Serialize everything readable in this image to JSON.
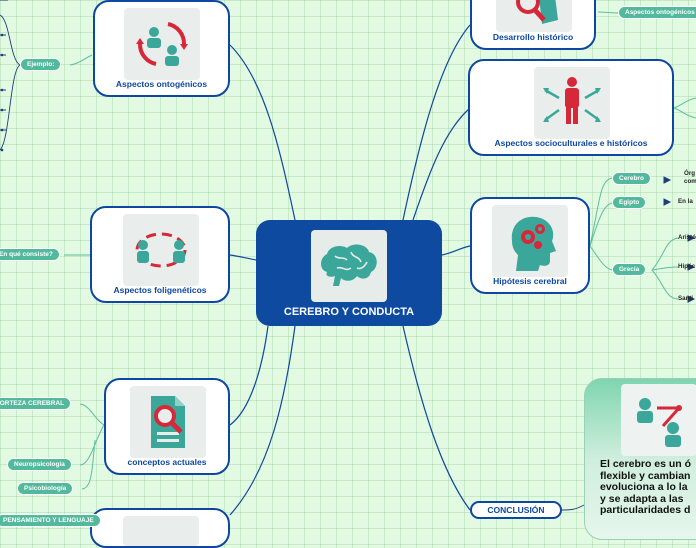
{
  "central": {
    "title": "CEREBRO Y CONDUCTA",
    "icon": "brain-icon"
  },
  "branches": {
    "ontogenic": {
      "title": "Aspectos ontogénicos",
      "icon": "people-cycle-icon"
    },
    "phylogenic": {
      "title": "Aspectos foligenéticos",
      "icon": "people-link-icon"
    },
    "concepts": {
      "title": "conceptos actuales",
      "icon": "document-search-icon"
    },
    "historical": {
      "title": "Desarrollo histórico",
      "icon": "search-hand-icon"
    },
    "sociocultural": {
      "title": "Aspectos socioculturales e históricos",
      "icon": "person-arrows-icon"
    },
    "hypothesis": {
      "title": "Hipótesis cerebral",
      "icon": "head-gears-icon"
    },
    "conclusion": {
      "title": "CONCLUSIÓN",
      "icon": "people-network-icon"
    }
  },
  "pills": {
    "ejemplo": "Ejemplo:",
    "en_que_consiste": "En qué consiste?",
    "corteza": "CORTEZA CEREBRAL",
    "neuropsicologia": "Neuropsicología",
    "psicobiologia": "Psicobiología",
    "aspectos_ontogenicos": "Aspectos ontogénicos",
    "cerebro": "Cerebro",
    "egipto": "Egipto",
    "grecia": "Grecia"
  },
  "fragments": {
    "org": "Órg",
    "com": "com",
    "en_la": "En la",
    "aristo": "Aristó",
    "hipo": "Hipóc",
    "santi": "Santi",
    "pensamiento": "PENSAMIENTO Y LENGUAJE"
  },
  "conclusion_text": "El cerebro es un ó\nflexible y cambian\nevoluciona a lo la\ny se adapta a las\nparticularidades d"
}
